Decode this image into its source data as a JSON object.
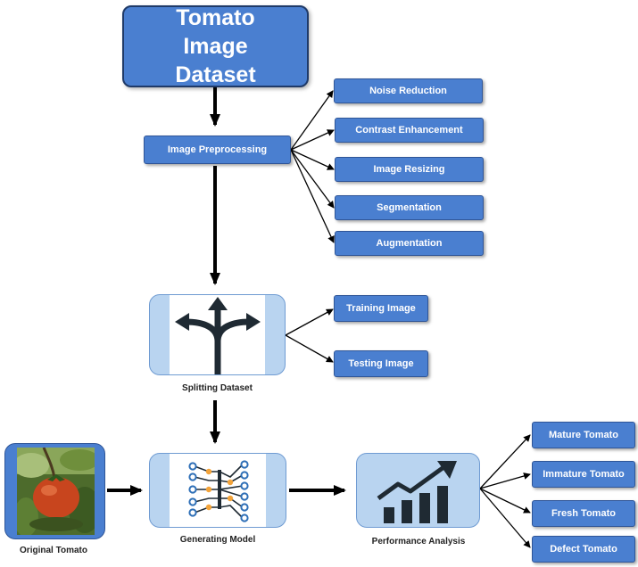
{
  "title": "Tomato Image Dataset",
  "preprocessing": {
    "label": "Image Preprocessing",
    "steps": [
      "Noise Reduction",
      "Contrast Enhancement",
      "Image Resizing",
      "Segmentation",
      "Augmentation"
    ]
  },
  "splitting": {
    "label": "Splitting Dataset",
    "outputs": [
      "Training Image",
      "Testing Image"
    ]
  },
  "original": {
    "label": "Original Tomato"
  },
  "model": {
    "label": "Generating Model"
  },
  "performance": {
    "label": "Performance Analysis",
    "outputs": [
      "Mature Tomato",
      "Immature Tomato",
      "Fresh Tomato",
      "Defect Tomato"
    ]
  },
  "colors": {
    "box_fill": "#4a7fd0",
    "box_border": "#2f5597",
    "panel_fill": "#b9d4f0",
    "arrow": "#000000",
    "icon_dark": "#1f2a33",
    "icon_orange": "#f2a33a",
    "icon_blue": "#2e6fb7"
  }
}
